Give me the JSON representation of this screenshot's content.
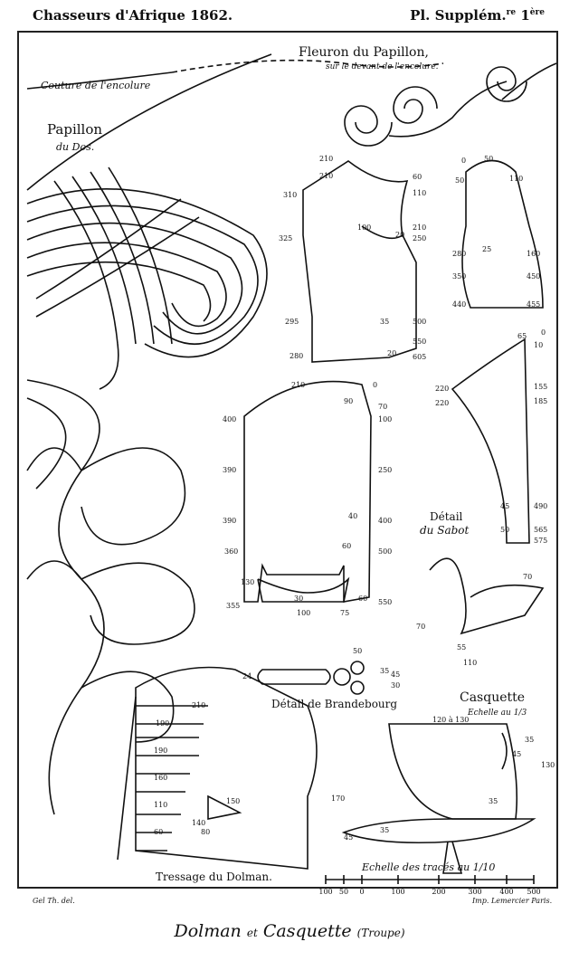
{
  "header": {
    "left": "Chasseurs d'Afrique 1862.",
    "right_main": "Pl. Supplém.",
    "right_sup1": "re",
    "right_num": " 1",
    "right_sup2": "ère"
  },
  "labels": {
    "couture": "Couture de l'encolure",
    "fleuron_title": "Fleuron du Papillon,",
    "fleuron_sub": "sur le devant de l'encolure.",
    "papillon_title": "Papillon",
    "papillon_sub": "du Dos.",
    "sabot_title": "Détail",
    "sabot_sub": "du Sabot",
    "brandebourg": "Détail de Brandebourg",
    "casquette_title": "Casquette",
    "casquette_sub": "Echelle au 1/3",
    "tressage": "Tressage du Dolman.",
    "scale_caption": "Echelle des tracés au 1/10"
  },
  "pattern_a": {
    "left_values": [
      "210",
      "210",
      "310",
      "325",
      "295",
      "280"
    ],
    "right_values": [
      "60",
      "110",
      "210",
      "250",
      "500",
      "550",
      "605"
    ],
    "inner_values": [
      "100",
      "20",
      "35",
      "20"
    ]
  },
  "pattern_b": {
    "top_values": [
      "0",
      "50"
    ],
    "left_values": [
      "50",
      "280",
      "350",
      "440"
    ],
    "inner_values": [
      "110",
      "25"
    ],
    "right_values": [
      "160",
      "450",
      "455"
    ]
  },
  "pattern_c": {
    "top_values": [
      "210",
      "0",
      "90"
    ],
    "left_values": [
      "400",
      "390",
      "390",
      "360",
      "355"
    ],
    "right_values": [
      "70",
      "100",
      "250",
      "400",
      "500",
      "550"
    ],
    "inner_values": [
      "40",
      "60",
      "60",
      "130",
      "30",
      "75"
    ],
    "bottom_value": "100"
  },
  "pattern_d": {
    "top_values": [
      "65",
      "0",
      "10"
    ],
    "left_values": [
      "220",
      "220",
      "45",
      "50"
    ],
    "right_values": [
      "155",
      "185",
      "490",
      "565",
      "575"
    ]
  },
  "sabot_dims": [
    "70",
    "70",
    "55",
    "110"
  ],
  "brandebourg_dims": [
    "50",
    "24",
    "35",
    "45",
    "30"
  ],
  "casquette_dims": [
    "120 à 130",
    "35",
    "45",
    "130",
    "170",
    "35",
    "45",
    "35"
  ],
  "tressage_values": [
    "210",
    "190",
    "190",
    "160",
    "110",
    "60",
    "150",
    "80",
    "140"
  ],
  "scale_ticks": [
    "100",
    "50",
    "0",
    "100",
    "200",
    "300",
    "400",
    "500"
  ],
  "credits": {
    "left": "Gel Th. del.",
    "right": "Imp. Lemercier Paris."
  },
  "footer": {
    "main1": "Dolman",
    "et": "et",
    "main2": "Casquette",
    "sub": "(Troupe)"
  }
}
